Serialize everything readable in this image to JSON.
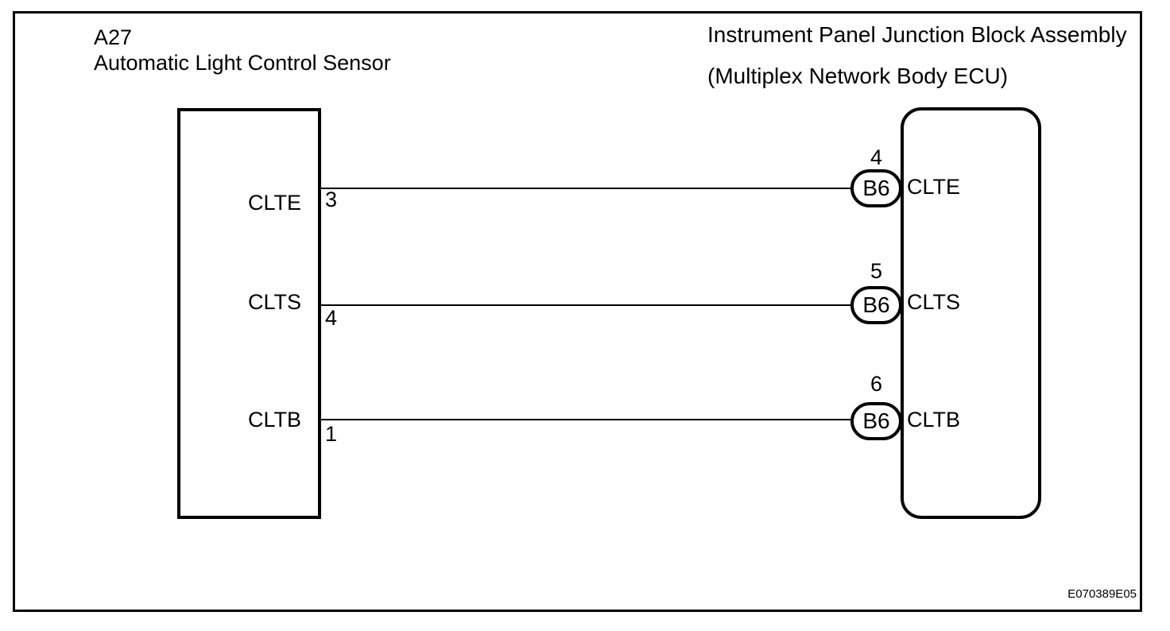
{
  "left_component": {
    "id": "A27",
    "name": "Automatic Light Control Sensor"
  },
  "right_component": {
    "title_line1": "Instrument Panel Junction Block Assembly",
    "title_line2": "(Multiplex Network Body ECU)"
  },
  "rows": [
    {
      "left_label": "CLTE",
      "left_pin": "3",
      "right_pin": "4",
      "connector": "B6",
      "right_label": "CLTE"
    },
    {
      "left_label": "CLTS",
      "left_pin": "4",
      "right_pin": "5",
      "connector": "B6",
      "right_label": "CLTS"
    },
    {
      "left_label": "CLTB",
      "left_pin": "1",
      "right_pin": "6",
      "connector": "B6",
      "right_label": "CLTB"
    }
  ],
  "reference_code": "E070389E05",
  "colors": {
    "line": "#000000",
    "background": "#ffffff"
  }
}
